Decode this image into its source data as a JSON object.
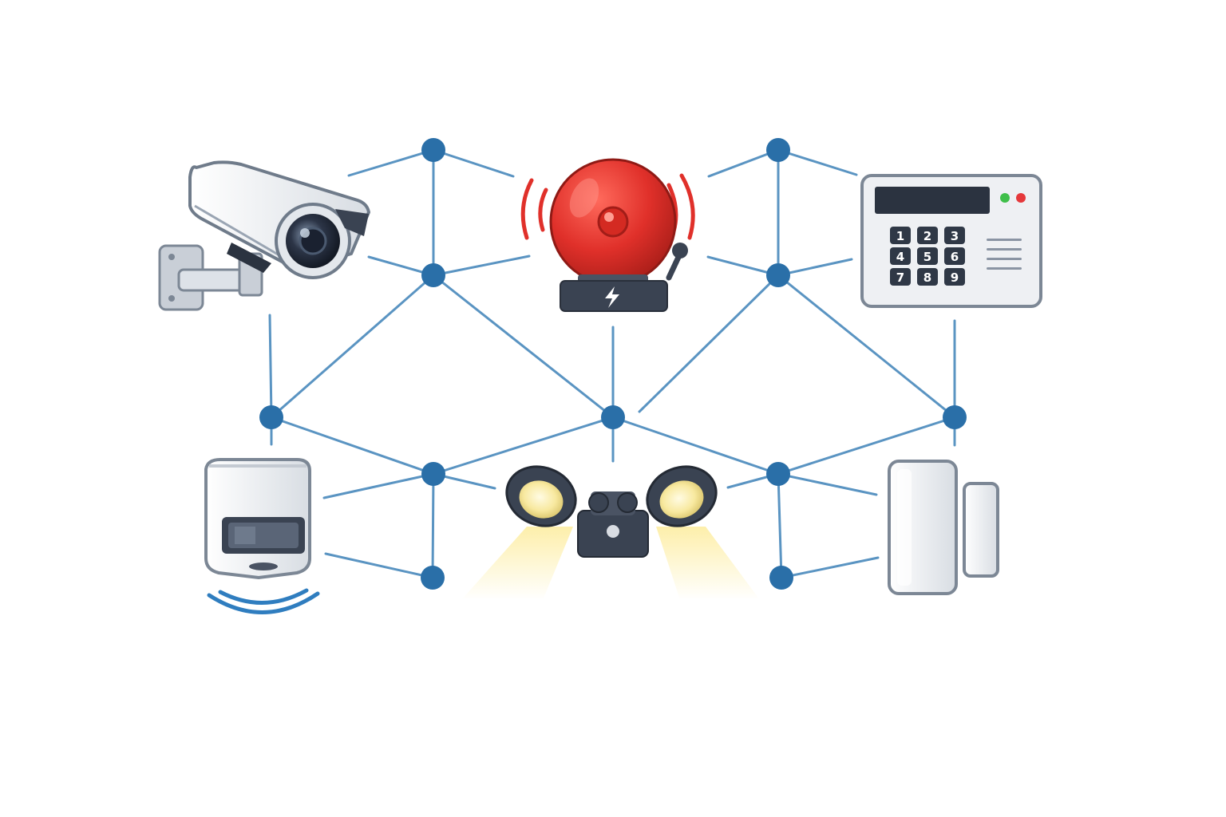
{
  "colors": {
    "link": "#5a94c2",
    "node": "#2a6fa8",
    "alarm_red": "#e0302a",
    "device_dark": "#3a4352",
    "device_light": "#eef0f3",
    "device_edge": "#7c8795",
    "light_glow": "#fdeea6",
    "led_green": "#3fbf4a",
    "led_red": "#e5383b",
    "wave_blue": "#2f7dbf"
  },
  "devices": [
    {
      "id": "cctv-camera",
      "icon": "security-camera-icon"
    },
    {
      "id": "alarm-bell",
      "icon": "alarm-bell-icon"
    },
    {
      "id": "alarm-keypad",
      "icon": "keypad-icon"
    },
    {
      "id": "motion-sensor",
      "icon": "motion-sensor-icon"
    },
    {
      "id": "floodlight",
      "icon": "floodlight-icon"
    },
    {
      "id": "door-contact-sensor",
      "icon": "door-sensor-icon"
    }
  ],
  "keypad": {
    "keys": [
      "1",
      "2",
      "3",
      "4",
      "5",
      "6",
      "7",
      "8",
      "9"
    ],
    "leds": [
      "led_green",
      "led_red"
    ]
  },
  "alarm_base": {
    "symbol": "lightning-bolt-icon"
  }
}
